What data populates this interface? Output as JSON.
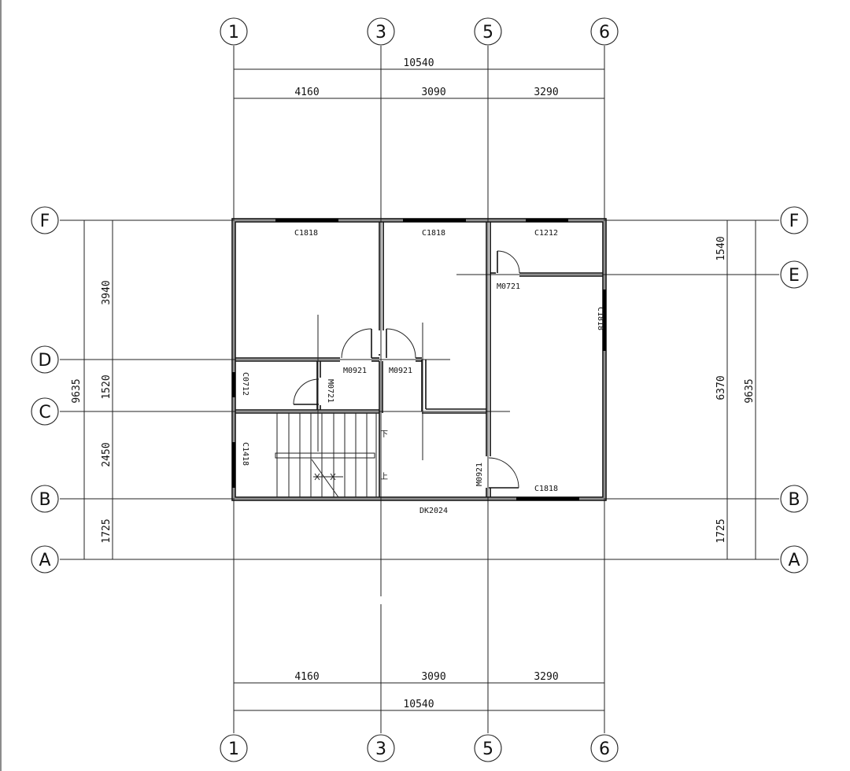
{
  "axes": {
    "vertical": [
      "1",
      "3",
      "5",
      "6"
    ],
    "horizontal": [
      "F",
      "E",
      "D",
      "C",
      "B",
      "A"
    ]
  },
  "dimensions": {
    "top_total": "10540",
    "top_segments": [
      "4160",
      "3090",
      "3290"
    ],
    "bottom_segments": [
      "4160",
      "3090",
      "3290"
    ],
    "bottom_total": "10540",
    "left_segments": [
      "3940",
      "1520",
      "2450",
      "1725"
    ],
    "left_total": "9635",
    "right_segments": [
      "1540",
      "6370",
      "1725"
    ],
    "right_total": "9635"
  },
  "labels": {
    "win_f1": "C1818",
    "win_f2": "C1818",
    "win_f3": "C1212",
    "door_e": "M0721",
    "win_right": "C1818",
    "door_d1": "M0921",
    "door_d2": "M0921",
    "win_c0712": "C0712",
    "door_m0721_v": "M0721",
    "win_c1418": "C1418",
    "stair_down": "下",
    "stair_up": "上",
    "door_m0921_v": "M0921",
    "win_b": "C1818",
    "opening_b": "DK2024"
  }
}
